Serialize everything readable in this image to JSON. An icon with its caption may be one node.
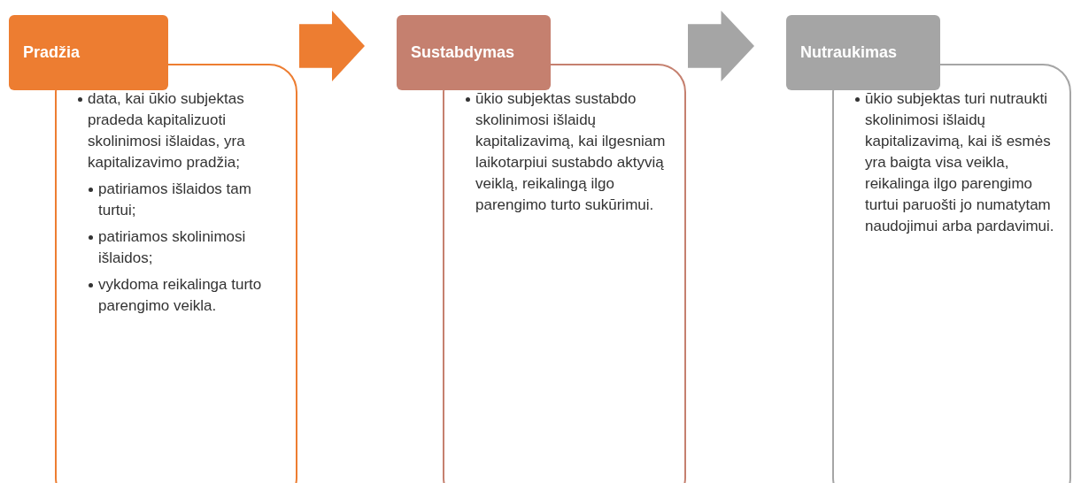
{
  "diagram": {
    "nodes": [
      {
        "text": [
          "Pradžia"
        ]
      },
      {
        "text": [
          "data, kai ūkio subjektas pradeda kapitalizuoti skolinimosi išlaidas, yra kapitalizavimo pradžia;",
          "patiriamos išlaidos tam turtui;",
          "patiriamos skolinimosi išlaidos;",
          "vykdoma reikalinga turto parengimo veikla."
        ]
      },
      {
        "text": [
          "Sustabdymas"
        ]
      },
      {
        "text": [
          "ūkio subjektas sustabdo skolinimosi išlaidų kapitalizavimą, kai ilgesniam laikotarpiui sustabdo aktyvią veiklą, reikalingą ilgo parengimo turto sukūrimui."
        ]
      },
      {
        "text": [
          "Nutraukimas"
        ]
      },
      {
        "text": [
          "ūkio subjektas turi nutraukti skolinimosi išlaidų kapitalizavimą, kai iš esmės yra baigta visa veikla, reikalinga ilgo parengimo turtui paruošti jo numatytam naudojimui arba pardavimui."
        ]
      }
    ],
    "edges": [
      {
        "from": 1,
        "to": 2,
        "arrow": "to",
        "color": "#ed7d31"
      },
      {
        "from": 3,
        "to": 4,
        "arrow": "to",
        "color": "#a5a5a5"
      }
    ]
  }
}
